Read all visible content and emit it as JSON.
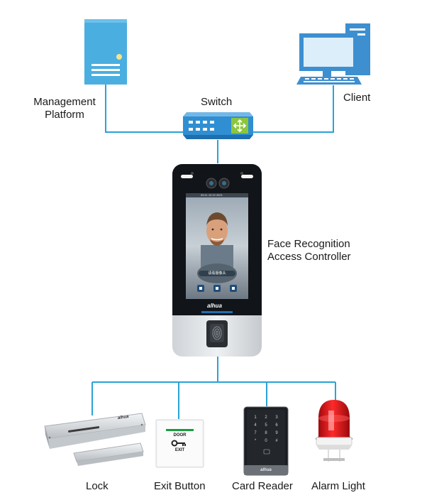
{
  "colors": {
    "connector": "#29a3d8",
    "server_blue": "#4aaee0",
    "monitor_blue": "#3d8fd0",
    "switch_blue": "#2f8fd2",
    "switch_green": "#8cc63e",
    "alarm_red": "#e0141a"
  },
  "nodes": {
    "management_platform": {
      "label_line1": "Management",
      "label_line2": "Platform",
      "icon": "server-icon"
    },
    "switch": {
      "label": "Switch",
      "icon": "network-switch-icon"
    },
    "client": {
      "label": "Client",
      "icon": "desktop-computer-icon"
    },
    "controller": {
      "label_line1": "Face Recognition",
      "label_line2": "Access Controller",
      "brand": "alhua",
      "screen_status": "09:11  12:22  2021",
      "screen_prompt": "请看摄像头"
    },
    "lock": {
      "label": "Lock",
      "brand": "alhua",
      "icon": "magnetic-lock-icon"
    },
    "exit_button": {
      "label": "Exit Button",
      "text_top": "DOOR",
      "text_bottom": "EXIT",
      "icon": "key-icon"
    },
    "card_reader": {
      "label": "Card Reader",
      "brand": "alhua",
      "keys": [
        "1",
        "2",
        "3",
        "4",
        "5",
        "6",
        "7",
        "8",
        "9",
        "*",
        "0",
        "#"
      ]
    },
    "alarm_light": {
      "label": "Alarm Light",
      "icon": "alarm-light-icon"
    }
  }
}
